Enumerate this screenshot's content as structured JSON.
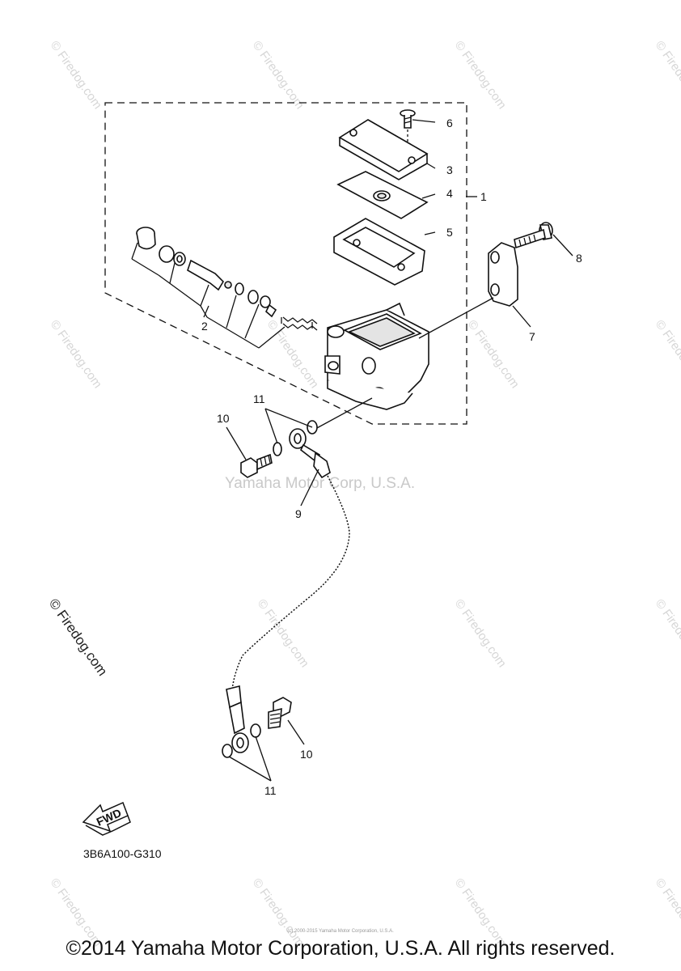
{
  "watermark": {
    "text": "© Firedog.com",
    "center_text": "Yamaha Motor Corp, U.S.A."
  },
  "diagram_code": "3B6A100-G310",
  "fwd_label": "FWD",
  "copyright": "©2014 Yamaha Motor Corporation, U.S.A. All rights reserved.",
  "small_print": "(c) 2000-2015 Yamaha Motor Corporation, U.S.A.",
  "callouts": {
    "c1": "1",
    "c2": "2",
    "c3": "3",
    "c4": "4",
    "c5": "5",
    "c6": "6",
    "c7": "7",
    "c8": "8",
    "c9": "9",
    "c10a": "10",
    "c10b": "10",
    "c11a": "11",
    "c11b": "11"
  }
}
